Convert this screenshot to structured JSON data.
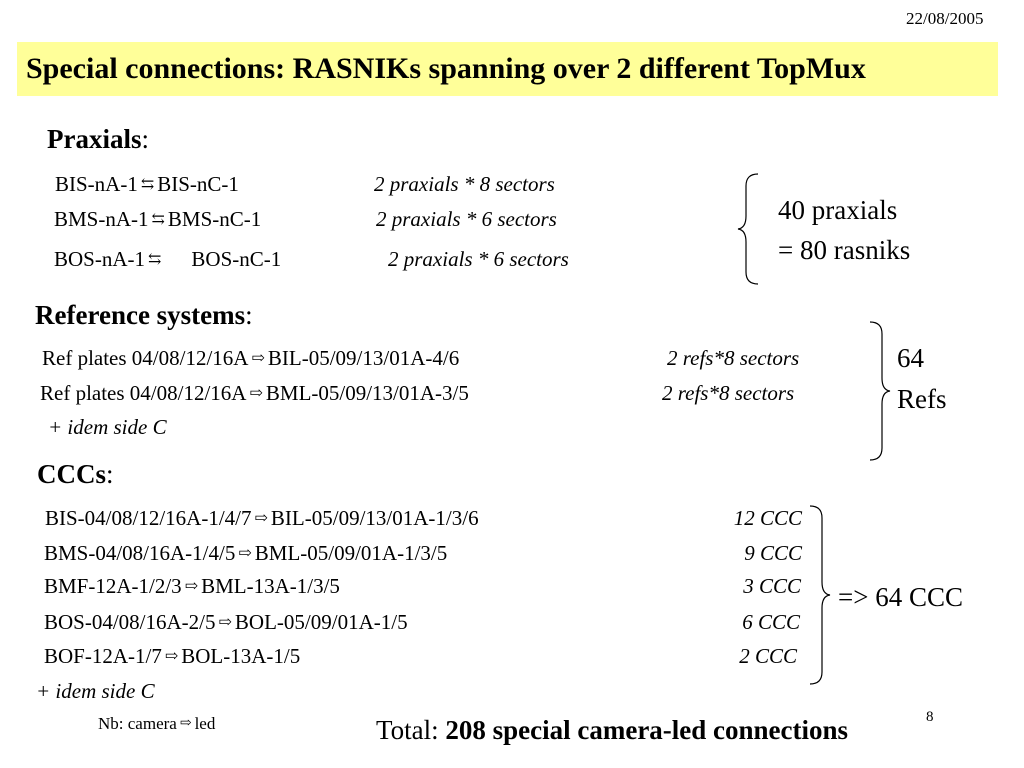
{
  "header": {
    "date": "22/08/2005",
    "title": "Special connections: RASNIKs spanning over 2 different TopMux"
  },
  "praxials": {
    "heading": "Praxials",
    "colon": ":",
    "rows": [
      {
        "left": "BIS-nA-1",
        "arrow": "⇆",
        "right": "BIS-nC-1",
        "note": "2 praxials * 8 sectors"
      },
      {
        "left": "BMS-nA-1",
        "arrow": "⇆",
        "right": "BMS-nC-1",
        "note": "2 praxials * 6 sectors"
      },
      {
        "left": "BOS-nA-1",
        "arrow": "⇆",
        "right": "BOS-nC-1",
        "note": "2 praxials * 6 sectors"
      }
    ],
    "summary_line1": "40 praxials",
    "summary_line2": "= 80 rasniks"
  },
  "reference": {
    "heading": "Reference systems",
    "colon": ":",
    "rows": [
      {
        "left": "Ref plates 04/08/12/16A",
        "arrow": "⇨",
        "right": "BIL-05/09/13/01A-4/6",
        "note": "2 refs*8 sectors"
      },
      {
        "left": "Ref plates 04/08/12/16A",
        "arrow": "⇨",
        "right": "BML-05/09/13/01A-3/5",
        "note": "2 refs*8 sectors"
      }
    ],
    "idem": "+ idem side C",
    "summary_line1": "64",
    "summary_line2": "Refs"
  },
  "cccs": {
    "heading": "CCCs",
    "colon": ":",
    "rows": [
      {
        "left": "BIS-04/08/12/16A-1/4/7",
        "arrow": "⇨",
        "right": "BIL-05/09/13/01A-1/3/6",
        "note": "12 CCC"
      },
      {
        "left": "BMS-04/08/16A-1/4/5",
        "arrow": "⇨",
        "right": "BML-05/09/01A-1/3/5",
        "note": "9 CCC"
      },
      {
        "left": "BMF-12A-1/2/3",
        "arrow": "⇨",
        "right": "BML-13A-1/3/5",
        "note": "3 CCC"
      },
      {
        "left": "BOS-04/08/16A-2/5",
        "arrow": "⇨",
        "right": "BOL-05/09/01A-1/5",
        "note": "6 CCC"
      },
      {
        "left": "BOF-12A-1/7",
        "arrow": "⇨",
        "right": "BOL-13A-1/5",
        "note": "2 CCC"
      }
    ],
    "idem": "+ idem side C",
    "summary": "=> 64 CCC"
  },
  "footer": {
    "nb_prefix": "Nb: camera",
    "nb_arrow": "⇨",
    "nb_suffix": "led",
    "total_label": "Total:",
    "total_value": "208 special camera-led connections",
    "page_number": "8"
  }
}
